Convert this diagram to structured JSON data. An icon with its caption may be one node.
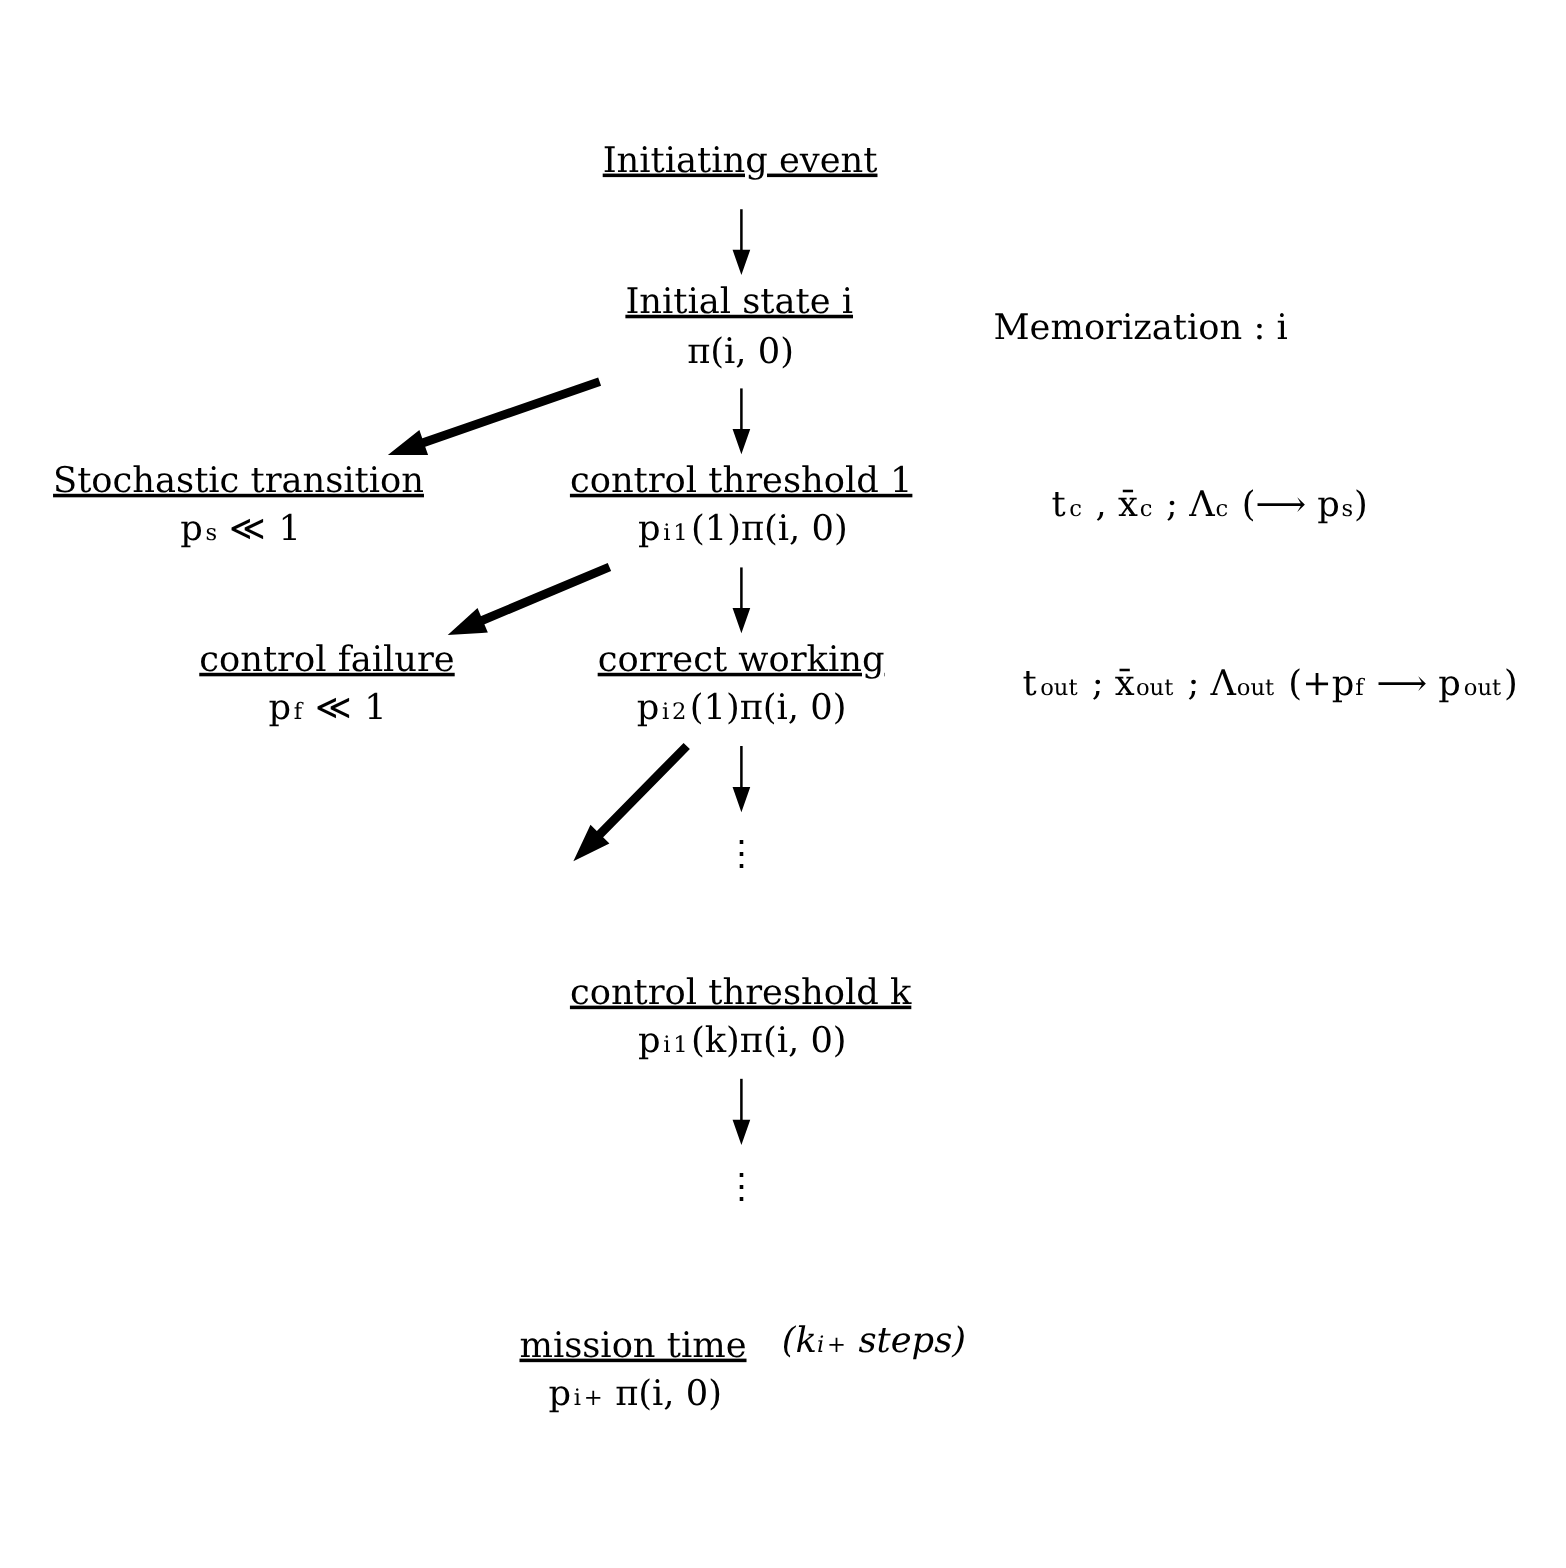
{
  "diagram": {
    "nodes": [
      {
        "text": [
          "Initiating event"
        ]
      },
      {
        "text": [
          "Initial state i",
          "π(i, 0)"
        ]
      },
      {
        "text": [
          "Stochastic transition",
          "p$_{s}$ ≪ 1"
        ]
      },
      {
        "text": [
          "control threshold 1",
          "p$^{i}$$_{1}$(1)π(i, 0)"
        ]
      },
      {
        "text": [
          "control failure",
          "p$_{f}$ ≪ 1"
        ]
      },
      {
        "text": [
          "correct working",
          "p$^{i}$$_{2}$(1)π(i, 0)"
        ]
      },
      {
        "text": [
          "⋮"
        ]
      },
      {
        "text": [
          "control threshold k",
          "p$^{i}$$_{1}$(k)π(i, 0)"
        ]
      },
      {
        "text": [
          "⋮"
        ]
      },
      {
        "text": [
          "mission time",
          "p$^{i}$$_{+}$ π(i, 0)"
        ],
        "beside": [
          "(k$^{i}$$_{+}$ steps)"
        ]
      }
    ],
    "edges": [
      {
        "from": 0,
        "to": 1,
        "arrow": "to"
      },
      {
        "from": 1,
        "to": 2,
        "arrow": "to",
        "style": "thick"
      },
      {
        "from": 1,
        "to": 3,
        "arrow": "to"
      },
      {
        "from": 3,
        "to": 4,
        "arrow": "to",
        "style": "thick"
      },
      {
        "from": 3,
        "to": 5,
        "arrow": "to"
      },
      {
        "from": 5,
        "to": null,
        "arrow": "to",
        "style": "thick"
      },
      {
        "from": 5,
        "to": 6,
        "arrow": "to"
      },
      {
        "from": 7,
        "to": 8,
        "arrow": "to"
      }
    ],
    "labels": [
      "Memorization : i",
      "t$_{c}$ , x̄$_{c}$ ; Λ$_{c}$ (⟶ p$_{s}$)",
      "t$_{out}$ ; x̄$_{out}$ ; Λ$_{out}$ (+p$_{f}$ ⟶ p$_{out}$)"
    ]
  }
}
